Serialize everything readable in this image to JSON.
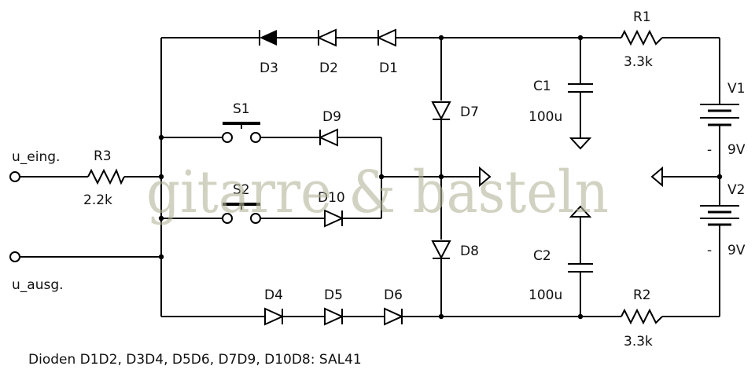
{
  "terminals": {
    "input": "u_eing.",
    "output": "u_ausg."
  },
  "components": {
    "R1": {
      "name": "R1",
      "value": "3.3k"
    },
    "R2": {
      "name": "R2",
      "value": "3.3k"
    },
    "R3": {
      "name": "R3",
      "value": "2.2k"
    },
    "C1": {
      "name": "C1",
      "value": "100u"
    },
    "C2": {
      "name": "C2",
      "value": "100u"
    },
    "V1": {
      "name": "V1",
      "value": "9V",
      "minus": "-"
    },
    "V2": {
      "name": "V2",
      "value": "9V",
      "minus": "-"
    },
    "S1": {
      "name": "S1"
    },
    "S2": {
      "name": "S2"
    },
    "D1": "D1",
    "D2": "D2",
    "D3": "D3",
    "D4": "D4",
    "D5": "D5",
    "D6": "D6",
    "D7": "D7",
    "D8": "D8",
    "D9": "D9",
    "D10": "D10"
  },
  "footnote": "Dioden D1D2, D3D4, D5D6, D7D9, D10D8: SAL41",
  "watermark": "gitarre & basteln",
  "colors": {
    "line": "#000000",
    "watermark": "#b4b49a",
    "background": "#ffffff"
  }
}
